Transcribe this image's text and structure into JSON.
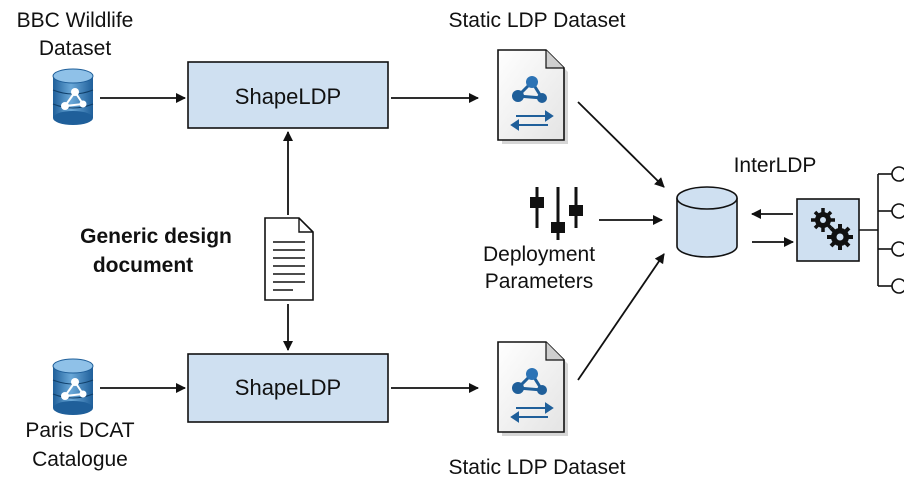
{
  "sources": {
    "bbc_line1": "BBC Wildlife",
    "bbc_line2": "Dataset",
    "paris_line1": "Paris DCAT",
    "paris_line2": "Catalogue"
  },
  "processors": {
    "top_label": "ShapeLDP",
    "bottom_label": "ShapeLDP"
  },
  "datasets": {
    "top_label": "Static LDP Dataset",
    "bottom_label": "Static LDP Dataset"
  },
  "design_doc": {
    "line1": "Generic design",
    "line2": "document"
  },
  "deployment": {
    "line1": "Deployment",
    "line2": "Parameters"
  },
  "server": {
    "label": "InterLDP"
  },
  "colors": {
    "box_fill": "#cfe0f1",
    "stroke": "#111111",
    "db_blue_dark": "#1f5f9a",
    "db_blue_light": "#6aa8d8"
  }
}
